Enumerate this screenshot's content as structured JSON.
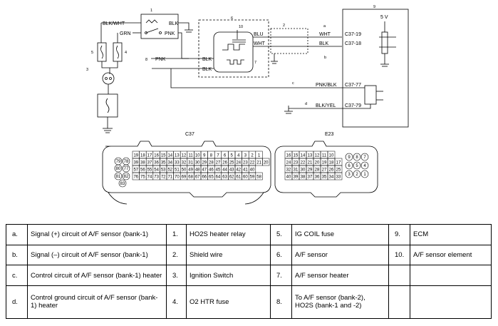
{
  "wires": {
    "blk_wht": "BLK/WHT",
    "grn": "GRN",
    "blk_relay": "BLK",
    "pnk_relay": "PNK",
    "pnk_8": "PNK",
    "blk_8a": "BLK",
    "blk_8b": "BLK",
    "blu": "BLU",
    "wht": "WHT",
    "wht_ecm": "WHT",
    "blk_ecm": "BLK",
    "pnk_blk": "PNK/BLK",
    "blk_yel": "BLK/YEL"
  },
  "terminals": {
    "t19": "C37-19",
    "t18": "C37-18",
    "t77": "C37-77",
    "t79": "C37-79"
  },
  "callouts": {
    "n1": "1",
    "n2": "2",
    "n3": "3",
    "n4": "4",
    "n5": "5",
    "n6": "6",
    "n7": "7",
    "n8": "8",
    "n9": "9",
    "n10": "10",
    "a": "a",
    "b": "b",
    "c": "c",
    "d": "d"
  },
  "ecm_voltage": "5 V",
  "connectors": {
    "c37": "C37",
    "e23": "E23",
    "c37_rows": [
      [
        "19",
        "18",
        "17",
        "16",
        "15",
        "14",
        "13",
        "12",
        "11",
        "10",
        "9",
        "8",
        "7",
        "6",
        "5",
        "4",
        "3",
        "2",
        "1"
      ],
      [
        "39",
        "38",
        "37",
        "36",
        "35",
        "34",
        "33",
        "32",
        "31",
        "30",
        "29",
        "28",
        "27",
        "26",
        "25",
        "24",
        "23",
        "22",
        "21",
        "20"
      ],
      [
        "57",
        "56",
        "55",
        "54",
        "53",
        "52",
        "51",
        "50",
        "49",
        "48",
        "47",
        "46",
        "45",
        "44",
        "43",
        "42",
        "41",
        "40"
      ],
      [
        "76",
        "75",
        "74",
        "73",
        "72",
        "71",
        "70",
        "69",
        "68",
        "67",
        "66",
        "65",
        "64",
        "63",
        "62",
        "61",
        "60",
        "59",
        "58"
      ]
    ],
    "c37_round": [
      "79",
      "78",
      "77",
      "80",
      "81",
      "82",
      "83"
    ],
    "e23_rows": [
      [
        "16",
        "15",
        "14",
        "13",
        "12",
        "11",
        "10"
      ],
      [
        "24",
        "23",
        "22",
        "21",
        "20",
        "19",
        "18",
        "17"
      ],
      [
        "32",
        "31",
        "30",
        "29",
        "28",
        "27",
        "26",
        "25"
      ],
      [
        "40",
        "39",
        "38",
        "37",
        "36",
        "35",
        "34",
        "33"
      ]
    ],
    "e23_round": [
      "9",
      "8",
      "7",
      "6",
      "5",
      "4",
      "3",
      "2",
      "1"
    ]
  },
  "legend": [
    [
      {
        "key": "a.",
        "text": "Signal (+) circuit of A/F sensor (bank-1)"
      },
      {
        "key": "1.",
        "text": "HO2S heater relay"
      },
      {
        "key": "5.",
        "text": "IG COIL fuse"
      },
      {
        "key": "9.",
        "text": "ECM"
      }
    ],
    [
      {
        "key": "b.",
        "text": "Signal (–) circuit of A/F sensor (bank-1)"
      },
      {
        "key": "2.",
        "text": "Shield wire"
      },
      {
        "key": "6.",
        "text": "A/F sensor"
      },
      {
        "key": "10.",
        "text": "A/F sensor element"
      }
    ],
    [
      {
        "key": "c.",
        "text": "Control circuit of A/F sensor (bank-1) heater"
      },
      {
        "key": "3.",
        "text": "Ignition Switch"
      },
      {
        "key": "7.",
        "text": "A/F sensor heater"
      },
      {
        "key": "",
        "text": ""
      }
    ],
    [
      {
        "key": "d.",
        "text": "Control ground circuit of A/F sensor (bank-1) heater"
      },
      {
        "key": "4.",
        "text": "O2 HTR fuse"
      },
      {
        "key": "8.",
        "text": "To A/F sensor (bank-2), HO2S (bank-1 and -2)"
      },
      {
        "key": "",
        "text": ""
      }
    ]
  ]
}
